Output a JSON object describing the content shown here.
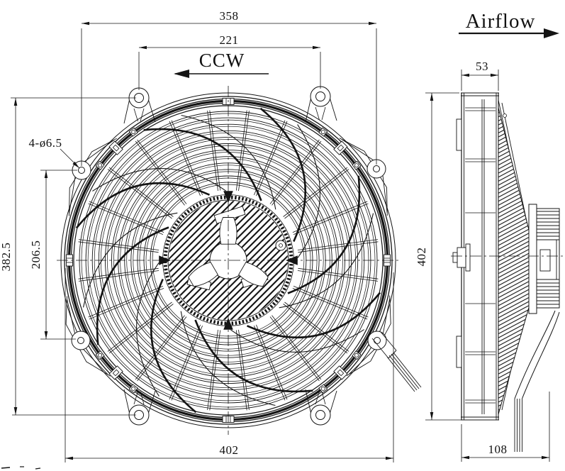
{
  "drawing": {
    "airflow_label": "Airflow",
    "rotation_label": "CCW",
    "mount_holes": "4-ø6.5",
    "dim_mount_width": "358",
    "dim_ear_width": "221",
    "dim_ear_height": "382.5",
    "dim_mount_height": "206.5",
    "dim_overall_width": "402",
    "dim_side_height": "402",
    "dim_frame_depth": "53",
    "dim_total_depth": "108",
    "line_color": "#141414",
    "background": "#ffffff"
  }
}
